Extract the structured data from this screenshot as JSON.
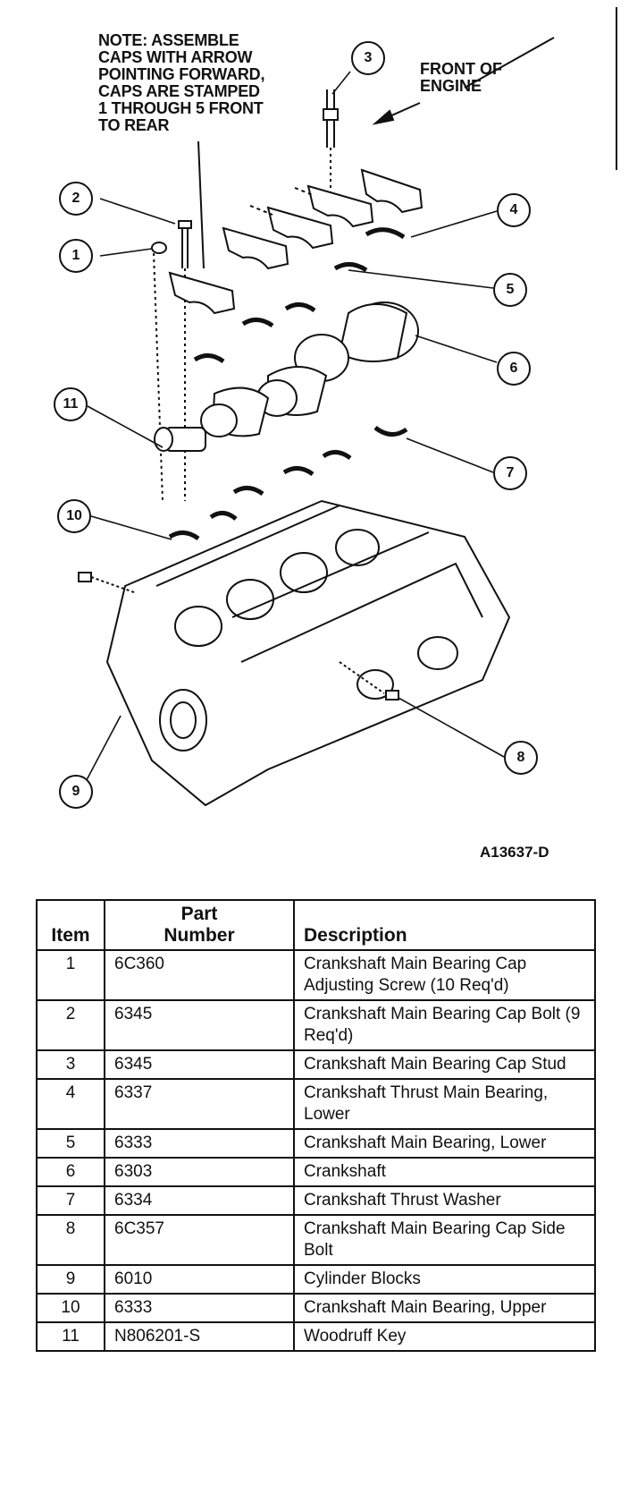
{
  "note": "NOTE: ASSEMBLE\nCAPS WITH ARROW\nPOINTING FORWARD,\nCAPS ARE STAMPED\n1 THROUGH 5 FRONT\nTO REAR",
  "front_label": "FRONT OF\nENGINE",
  "figure_id": "A13637-D",
  "callouts": [
    "1",
    "2",
    "3",
    "4",
    "5",
    "6",
    "7",
    "8",
    "9",
    "10",
    "11"
  ],
  "table": {
    "headers": {
      "item": "Item",
      "part": "Part\nNumber",
      "desc": "Description"
    },
    "rows": [
      {
        "item": "1",
        "part": "6C360",
        "desc": "Crankshaft Main Bearing Cap Adjusting Screw (10 Req'd)"
      },
      {
        "item": "2",
        "part": "6345",
        "desc": "Crankshaft Main Bearing Cap Bolt (9 Req'd)"
      },
      {
        "item": "3",
        "part": "6345",
        "desc": "Crankshaft Main Bearing Cap Stud"
      },
      {
        "item": "4",
        "part": "6337",
        "desc": "Crankshaft Thrust Main Bearing, Lower"
      },
      {
        "item": "5",
        "part": "6333",
        "desc": "Crankshaft Main Bearing, Lower"
      },
      {
        "item": "6",
        "part": "6303",
        "desc": "Crankshaft"
      },
      {
        "item": "7",
        "part": "6334",
        "desc": "Crankshaft Thrust Washer"
      },
      {
        "item": "8",
        "part": "6C357",
        "desc": "Crankshaft Main Bearing Cap Side Bolt"
      },
      {
        "item": "9",
        "part": "6010",
        "desc": "Cylinder Blocks"
      },
      {
        "item": "10",
        "part": "6333",
        "desc": "Crankshaft Main Bearing, Upper"
      },
      {
        "item": "11",
        "part": "N806201-S",
        "desc": "Woodruff Key"
      }
    ]
  }
}
